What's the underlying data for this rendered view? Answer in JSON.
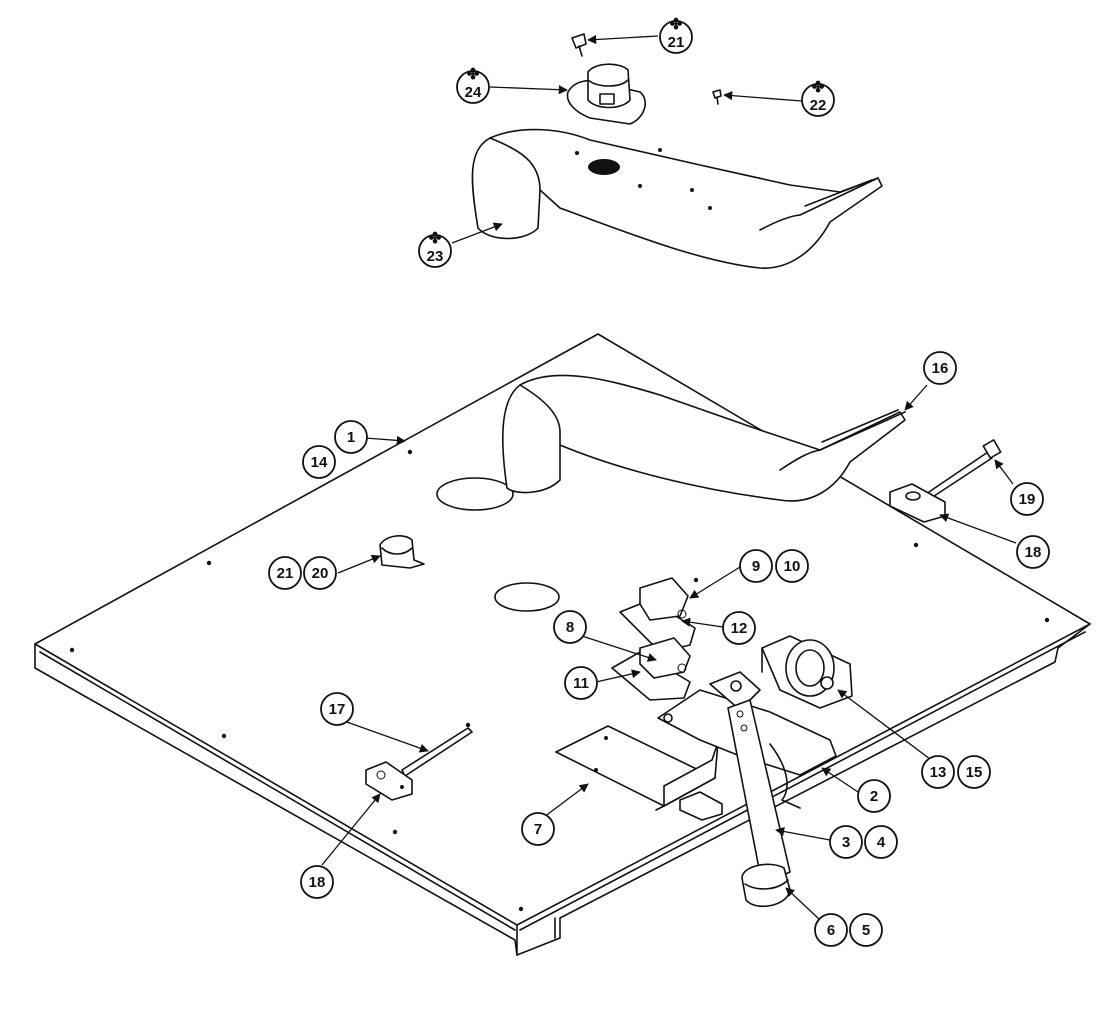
{
  "callouts": {
    "c1": "1",
    "c14": "14",
    "c16": "16",
    "c19": "19",
    "c18a": "18",
    "c21b": "21",
    "c20": "20",
    "c9": "9",
    "c10": "10",
    "c12": "12",
    "c8": "8",
    "c11": "11",
    "c17": "17",
    "c13": "13",
    "c15": "15",
    "c2": "2",
    "c7": "7",
    "c3": "3",
    "c4": "4",
    "c18b": "18",
    "c6": "6",
    "c5": "5",
    "c21a": "21",
    "c24": "24",
    "c22": "22",
    "c23": "23"
  },
  "colors": {
    "ink": "#111111",
    "paper": "#ffffff"
  }
}
